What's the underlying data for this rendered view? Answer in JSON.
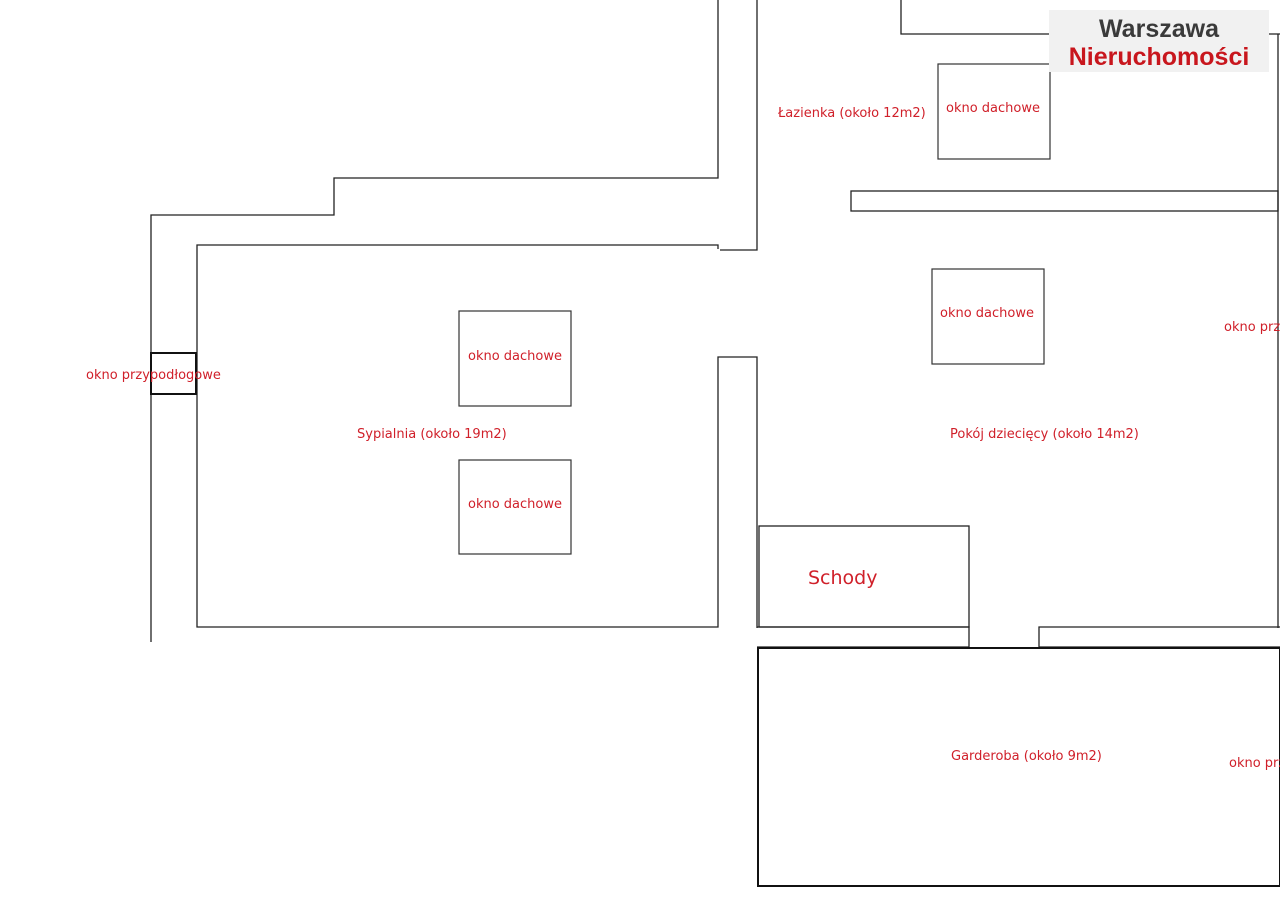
{
  "logo": {
    "line1": "Warszawa",
    "line2": "Nieruchomości"
  },
  "rooms": {
    "bathroom": "Łazienka (około 12m2)",
    "bedroom": "Sypialnia (około 19m2)",
    "kids_room": "Pokój dziecięcy (około 14m2)",
    "stairs": "Schody",
    "wardrobe": "Garderoba (około 9m2)"
  },
  "windows": {
    "roof_bathroom": "okno dachowe",
    "roof_kids": "okno dachowe",
    "roof_bedroom_top": "okno dachowe",
    "roof_bedroom_bottom": "okno dachowe",
    "floor_left": "okno przypodłogowe",
    "floor_right_1": "okno przypodłogowe",
    "floor_right_2": "okno przypodłogowe"
  },
  "colors": {
    "label": "#d0202a",
    "logo_dark": "#3a3a3a",
    "logo_red": "#c8161d",
    "wall": "#222222"
  }
}
